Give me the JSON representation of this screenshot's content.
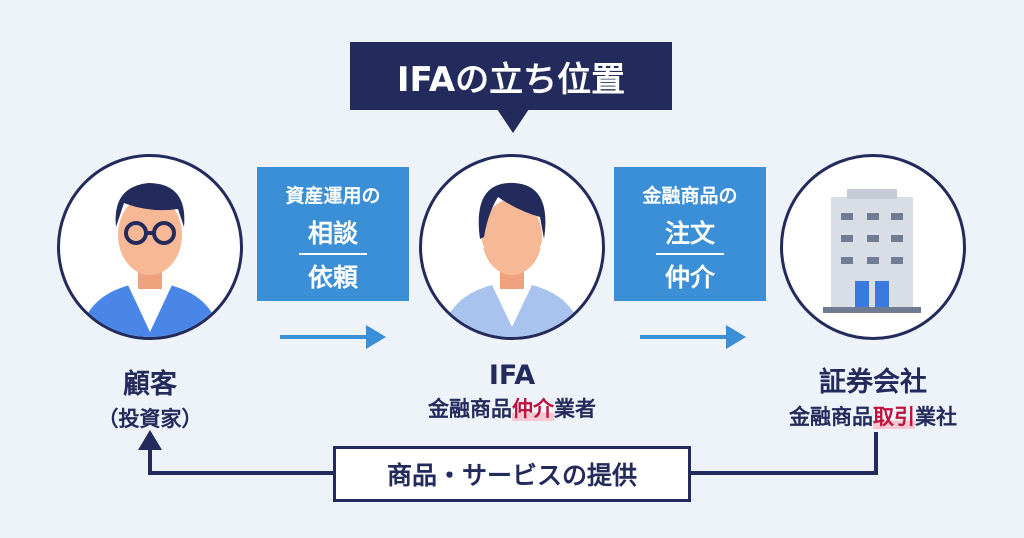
{
  "title": "IFAの立ち位置",
  "flow1": {
    "line1": "資産運用の",
    "line2": "相談",
    "line3": "依頼"
  },
  "flow2": {
    "line1": "金融商品の",
    "line2": "注文",
    "line3": "仲介"
  },
  "customer": {
    "name": "顧客",
    "sub": "（投資家）"
  },
  "ifa": {
    "name": "IFA",
    "sub_pre": "金融商品",
    "sub_hl": "仲介",
    "sub_post": "業者"
  },
  "company": {
    "name": "証券会社",
    "sub_pre": "金融商品",
    "sub_hl": "取引",
    "sub_post": "業社"
  },
  "bottom": "商品・サービスの提供",
  "colors": {
    "navy": "#232a5c",
    "blue": "#3a8fd6",
    "highlight": "#c0113d",
    "bg": "#eef3fa"
  }
}
